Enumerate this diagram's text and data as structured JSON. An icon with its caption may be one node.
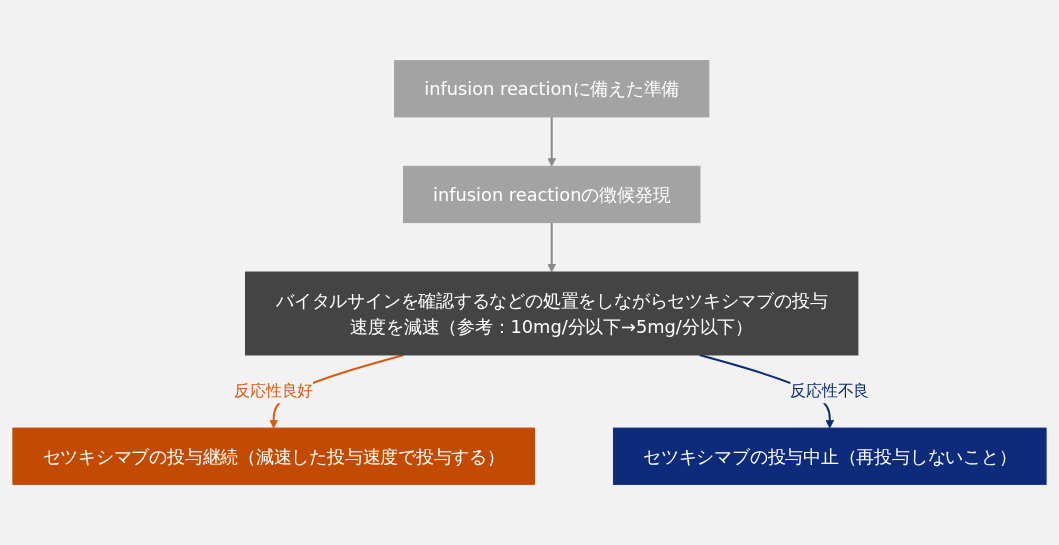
{
  "diagram": {
    "nodes": [
      {
        "text": [
          "infusion reactionに備えた準備"
        ]
      },
      {
        "text": [
          "infusion reactionの徴候発現"
        ]
      },
      {
        "text": [
          "バイタルサインを確認するなどの処置をしながらセツキシマブの投与速度を減速（参考：10mg/分以下→5mg/分以下）"
        ]
      },
      {
        "text": [
          "セツキシマブの投与継続（減速した投与速度で投与する）"
        ]
      },
      {
        "text": [
          "セツキシマブの投与中止（再投与しないこと）"
        ]
      }
    ],
    "edges": [
      {
        "from": 0,
        "to": 1,
        "arrow": "to"
      },
      {
        "from": 1,
        "to": 2,
        "arrow": "to"
      },
      {
        "from": 2,
        "to": 3,
        "label": "反応性良好",
        "arrow": "to",
        "color": "#d85a10"
      },
      {
        "from": 2,
        "to": 4,
        "label": "反応性不良",
        "arrow": "to",
        "color": "#0a2a78"
      }
    ]
  }
}
